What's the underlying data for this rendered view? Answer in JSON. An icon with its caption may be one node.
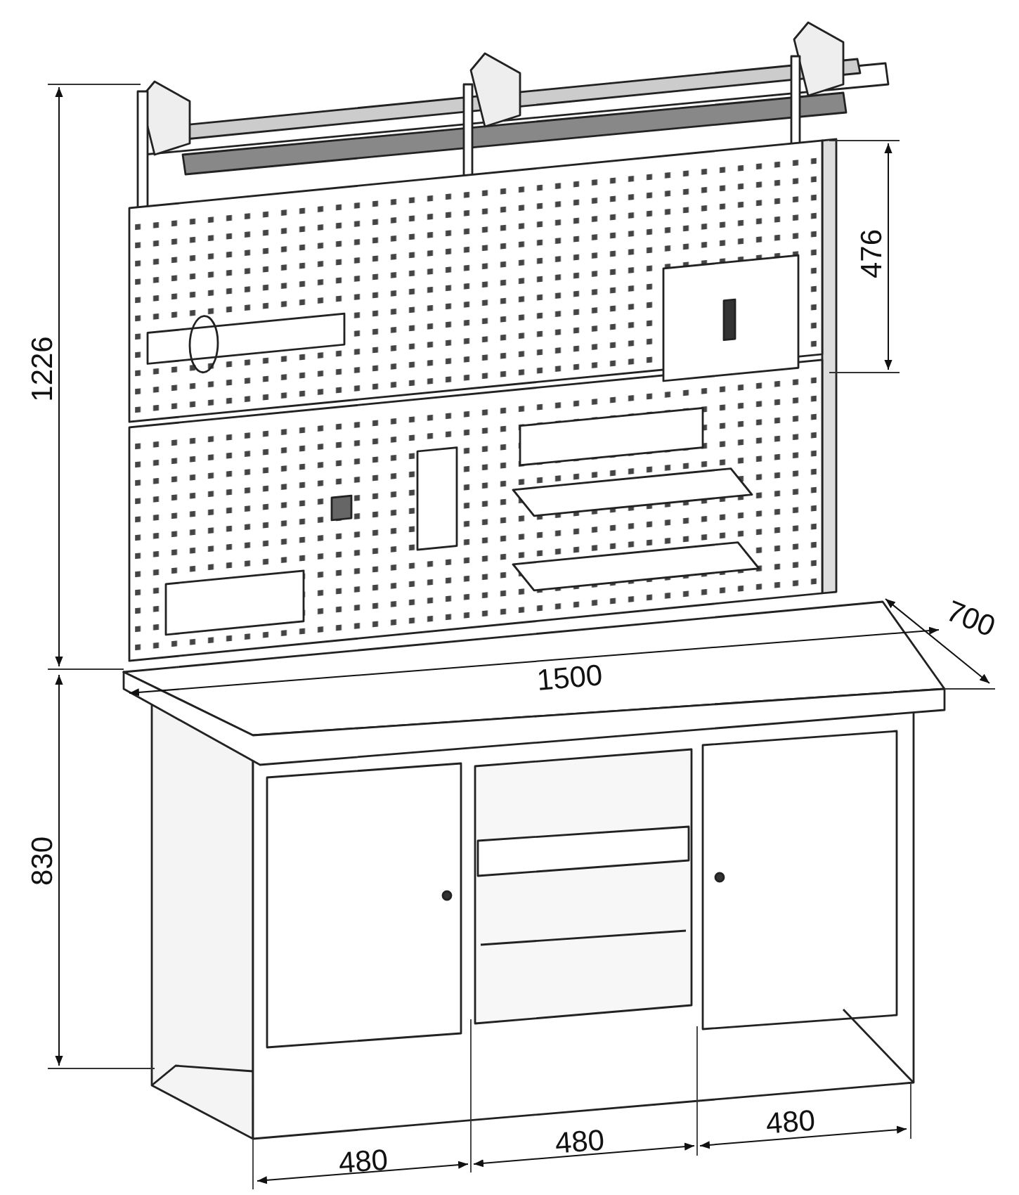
{
  "diagram": {
    "labels": [
      "1226",
      "476",
      "700",
      "1500",
      "830",
      "480",
      "480",
      "480"
    ]
  }
}
